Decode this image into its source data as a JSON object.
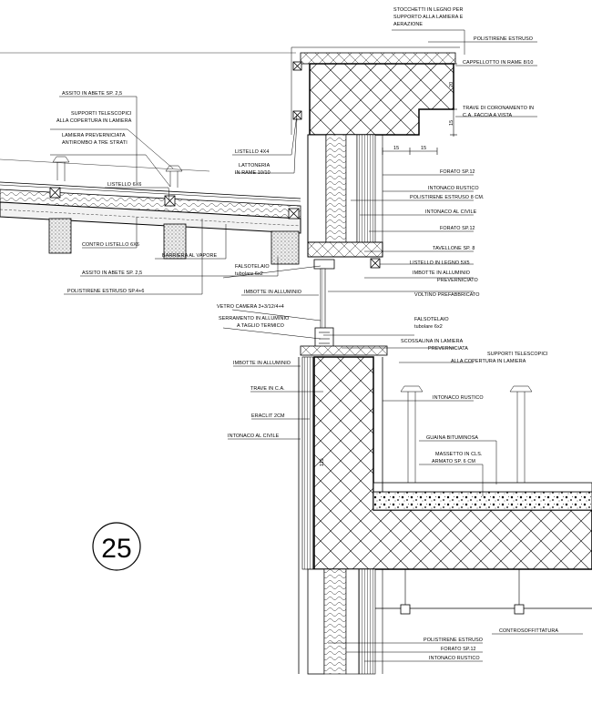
{
  "drawing": {
    "number": "25",
    "dimensions": {
      "d20": "20",
      "d15v": "15",
      "d15a": "15",
      "d15b": "15",
      "d115": "115"
    },
    "labels": {
      "stocchetti": [
        "STOCCHETTI IN LEGNO PER",
        "SUPPORTO ALLA LAMIERA E",
        "AERAZIONE"
      ],
      "polistirene_estruso_top": "POLISTIRENE ESTRUSO",
      "cappellotto": "CAPPELLOTTO IN RAME 8/10",
      "trave_coronamento": [
        "TRAVE DI CORONAMENTO IN",
        "C.A. FACCIA A VISTA"
      ],
      "forato_12_a": "FORATO SP.12",
      "intonaco_rustico_a": "INTONACO RUSTICO",
      "polistirene_8": "POLISTIRENE ESTRUSO 8 CM.",
      "intonaco_civile_a": "INTONACO AL CIVILE",
      "forato_12_b": "FORATO SP.12",
      "tavellone": "TAVELLONE SP. 8",
      "listello_5x5": "LISTELLO IN LEGNO 5X5",
      "imbotte_prev": [
        "IMBOTTE IN ALLUMINIO",
        "PREVERNICIATO"
      ],
      "voltino": "VOLTINO PREFABBRICATO",
      "assito_top": "ASSITO IN ABETE SP. 2,5",
      "supporti_left": [
        "SUPPORTI TELESCOPICI",
        "ALLA COPERTURA IN LAMIERA"
      ],
      "lamiera": [
        "LAMIERA PREVERNICIATA",
        "ANTIROMBO A TRE STRATI"
      ],
      "listello_4x4": "LISTELLO 4X4",
      "lattoneria": [
        "LATTONERIA",
        "IN RAME 10/10"
      ],
      "listello_6x6": "LISTELLO 6X6",
      "contro_listello": "CONTRO LISTELLO 6X6",
      "barriera": "BARRIERA AL VAPORE",
      "assito_bottom": "ASSITO IN ABETE SP. 2,5",
      "polistirene_4_6": "POLISTIRENE ESTRUSO SP.4+6",
      "falsotelaio_top": [
        "FALSOTELAIO",
        "tubolare 6x2"
      ],
      "imbotte_alluminio_a": "IMBOTTE IN ALLUMINIO",
      "vetro": "VETRO CAMERA 3+3/12/4+4",
      "serramento": [
        "SERRAMENTO IN ALLUMINIO",
        "A TAGLIO TERMICO"
      ],
      "falsotelaio_right": [
        "FALSOTELAIO",
        "tubolare 6x2"
      ],
      "scossalina": [
        "SCOSSALINA IN LAMIERA",
        "PREVERNICIATA"
      ],
      "supporti_right": [
        "SUPPORTI TELESCOPICI",
        "ALLA COPERTURA IN LAMIERA"
      ],
      "imbotte_alluminio_b": "IMBOTTE IN ALLUMINIO",
      "trave_ca": "TRAVE IN C.A.",
      "intonaco_rustico_b": "INTONACO RUSTICO",
      "eraclit": "ERACLIT 2CM",
      "intonaco_civile_b": "INTONACO AL CIVILE",
      "guaina": "GUAINA BITUMINOSA",
      "massetto": [
        "MASSETTO IN CLS.",
        "ARMATO SP. 6 CM"
      ],
      "controsoffittatura": "CONTROSOFFITTATURA",
      "polistirene_bottom": "POLISTIRENE ESTRUSO",
      "forato_bottom": "FORATO SP.12",
      "intonaco_rustico_bottom": "INTONACO RUSTICO"
    }
  }
}
